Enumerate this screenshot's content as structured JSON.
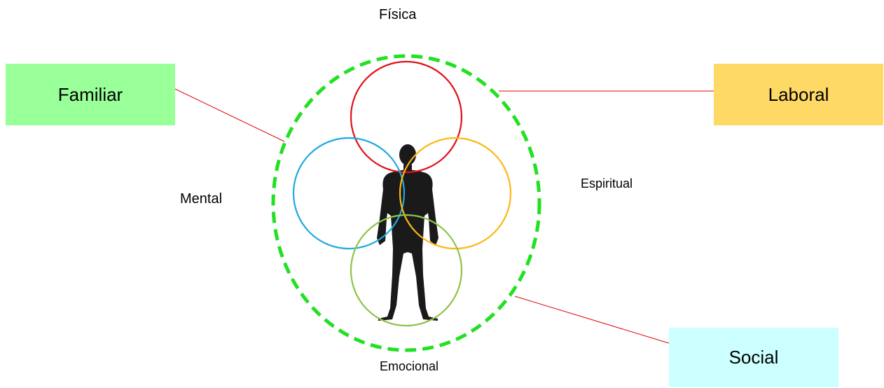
{
  "boxes": {
    "familiar": {
      "label": "Familiar",
      "color": "#99ff99"
    },
    "laboral": {
      "label": "Laboral",
      "color": "#ffd966"
    },
    "social": {
      "label": "Social",
      "color": "#ccffff"
    }
  },
  "dimensions": {
    "fisica": {
      "label": "Física",
      "color": "#e0101a"
    },
    "mental": {
      "label": "Mental",
      "color": "#1fa8e0"
    },
    "espiritual": {
      "label": "Espiritual",
      "color": "#fcb814"
    },
    "emocional": {
      "label": "Emocional",
      "color": "#8fc34a"
    }
  },
  "colors": {
    "outer_dashed_circle": "#22e022",
    "connector_lines": "#e00000",
    "human_silhouette": "#1a1a1a"
  }
}
